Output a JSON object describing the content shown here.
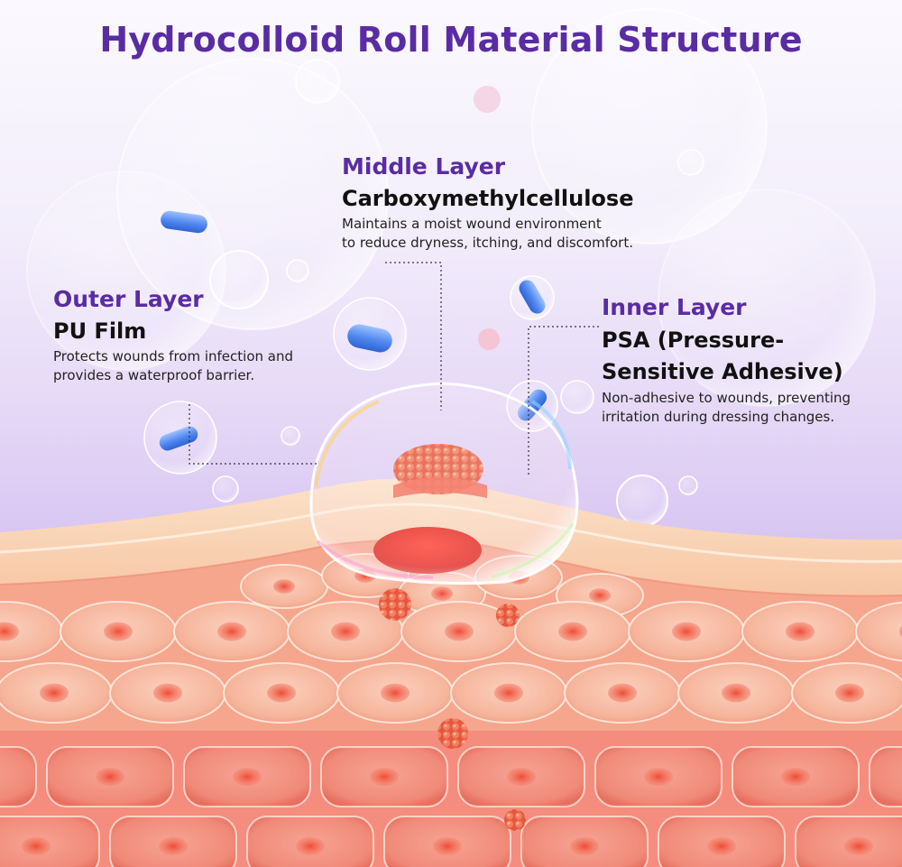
{
  "title": "Hydrocolloid Roll Material Structure",
  "layers": {
    "middle": {
      "heading": "Middle Layer",
      "name": "Carboxymethylcellulose",
      "description_line1": "Maintains a moist wound environment",
      "description_line2": "to reduce dryness, itching, and discomfort."
    },
    "outer": {
      "heading": "Outer Layer",
      "name": "PU Film",
      "description_line1": "Protects wounds from infection and",
      "description_line2": "provides a waterproof barrier."
    },
    "inner": {
      "heading": "Inner Layer",
      "name_line1": "PSA (Pressure-",
      "name_line2": "Sensitive Adhesive)",
      "description_line1": "Non-adhesive to wounds, preventing",
      "description_line2": "irritation during dressing changes."
    }
  },
  "colors": {
    "title": "#5a2ca3",
    "heading": "#5a2ca3",
    "body_text": "#111111",
    "skin": "#f4a98f",
    "cell_nucleus": "#e8553f",
    "capsule": "#5a8ff0"
  }
}
